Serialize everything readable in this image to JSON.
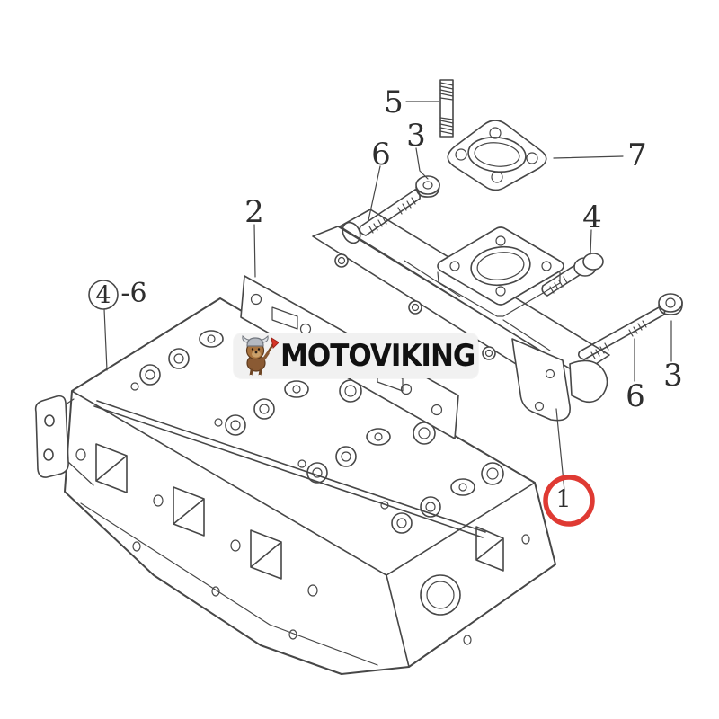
{
  "page": {
    "background_color": "#ffffff"
  },
  "artwork": {
    "subject": "engine-cylinder-head-and-intake-manifold-exploded-view",
    "line_color": "#474747"
  },
  "watermark": {
    "text": "MOTOVIKING",
    "mascot_icon": "viking-dog-icon",
    "pill_color": "#f1f1f1",
    "text_color": "#111111"
  },
  "highlight": {
    "highlighted_part": "1",
    "circle_color": "#df3a33"
  },
  "callouts": [
    {
      "part": "5"
    },
    {
      "part": "3"
    },
    {
      "part": "6"
    },
    {
      "part": "2"
    },
    {
      "part": "7"
    },
    {
      "part": "4"
    },
    {
      "part": "3"
    },
    {
      "part": "6"
    }
  ],
  "group_callout": {
    "circled": "4",
    "suffix": "-6"
  }
}
